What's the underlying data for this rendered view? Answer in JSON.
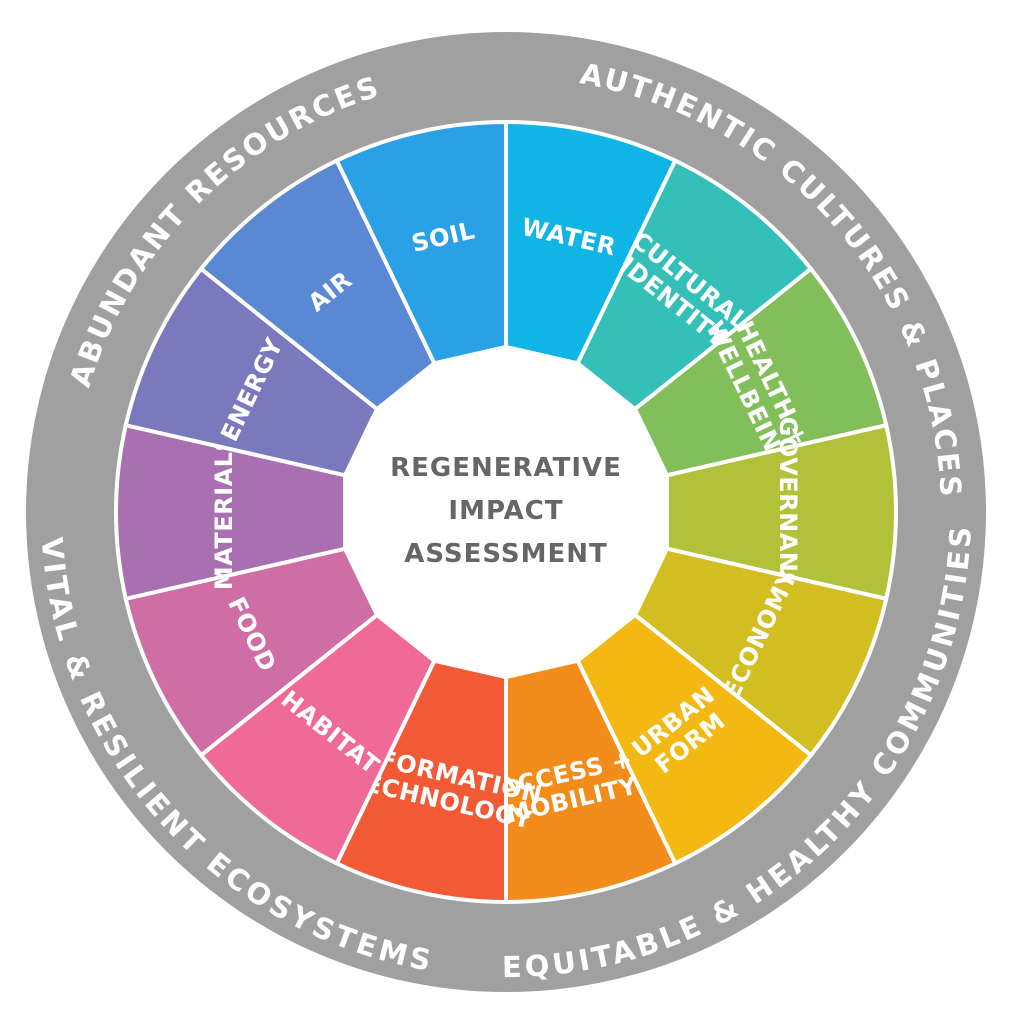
{
  "center": {
    "line1": "REGENERATIVE",
    "line2": "IMPACT",
    "line3": "ASSESSMENT"
  },
  "ring_color": "#a0a0a0",
  "ring_labels": [
    {
      "id": "abundant-resources",
      "text": "ABUNDANT RESOURCES"
    },
    {
      "id": "authentic-cultures",
      "text": "AUTHENTIC CULTURES & PLACES"
    },
    {
      "id": "equitable-communities",
      "text": "EQUITABLE & HEALTHY COMMUNITIES"
    },
    {
      "id": "vital-ecosystems",
      "text": "VITAL & RESILIENT ECOSYSTEMS"
    }
  ],
  "segments": [
    {
      "id": "water",
      "lines": [
        "WATER"
      ],
      "color": "#10b5e6"
    },
    {
      "id": "cultural-identity",
      "lines": [
        "CULTURAL",
        "IDENTITY"
      ],
      "color": "#34bfb8"
    },
    {
      "id": "health-wellbeing",
      "lines": [
        "HEALTH +",
        "WELLBEING"
      ],
      "color": "#82bf5b"
    },
    {
      "id": "governance",
      "lines": [
        "GOVERNANCE"
      ],
      "color": "#b2c13a"
    },
    {
      "id": "economy",
      "lines": [
        "ECONOMY"
      ],
      "color": "#d2be21"
    },
    {
      "id": "urban-form",
      "lines": [
        "URBAN",
        "FORM"
      ],
      "color": "#f3b912"
    },
    {
      "id": "access-mobility",
      "lines": [
        "ACCESS +",
        "MOBILITY"
      ],
      "color": "#f28d1c"
    },
    {
      "id": "information-technology",
      "lines": [
        "INFORMATION",
        "TECHNOLOGY"
      ],
      "color": "#f25a36"
    },
    {
      "id": "habitat",
      "lines": [
        "HABITAT"
      ],
      "color": "#f06a97"
    },
    {
      "id": "food",
      "lines": [
        "FOOD"
      ],
      "color": "#ce6ea4"
    },
    {
      "id": "materials",
      "lines": [
        "MATERIALS"
      ],
      "color": "#a870b0"
    },
    {
      "id": "energy",
      "lines": [
        "ENERGY"
      ],
      "color": "#7b79bd"
    },
    {
      "id": "air",
      "lines": [
        "AIR"
      ],
      "color": "#5a88d2"
    },
    {
      "id": "soil",
      "lines": [
        "SOIL"
      ],
      "color": "#2aa0e6"
    }
  ]
}
